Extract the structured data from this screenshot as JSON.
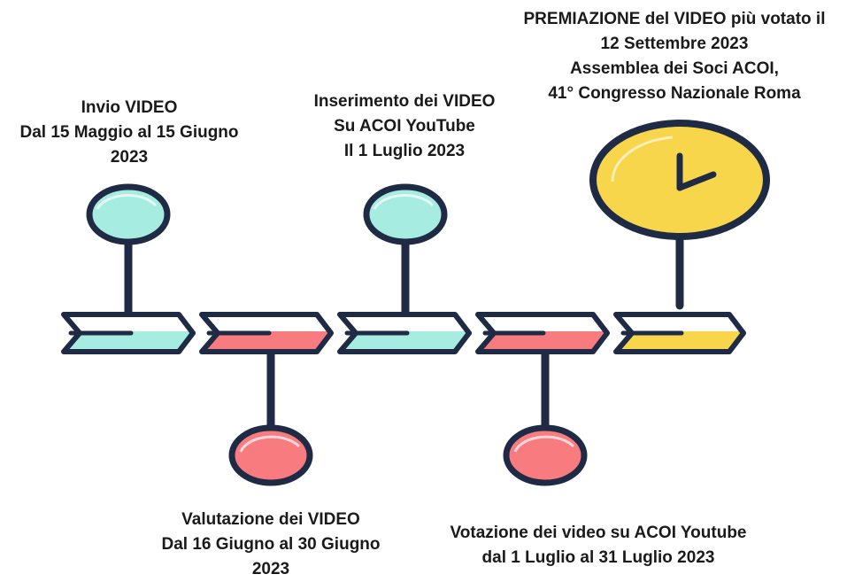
{
  "milestones": [
    {
      "lines": [
        "Invio VIDEO",
        "Dal 15 Maggio al 15 Giugno",
        "2023"
      ],
      "color": "#a6ece0",
      "position": "above"
    },
    {
      "lines": [
        "Valutazione dei VIDEO",
        "Dal 16 Giugno al 30 Giugno",
        "2023"
      ],
      "color": "#f77b7f",
      "position": "below"
    },
    {
      "lines": [
        "Inserimento dei VIDEO",
        "Su ACOI YouTube",
        "Il 1 Luglio 2023"
      ],
      "color": "#a6ece0",
      "position": "above"
    },
    {
      "lines": [
        "Votazione dei video su ACOI Youtube",
        "dal 1 Luglio al 31 Luglio 2023"
      ],
      "color": "#f77b7f",
      "position": "below"
    },
    {
      "lines": [
        "PREMIAZIONE del VIDEO più votato il",
        "12 Settembre 2023",
        "Assemblea dei Soci ACOI,",
        "41° Congresso Nazionale Roma"
      ],
      "color": "#f7d64b",
      "position": "above",
      "icon": "clock-icon"
    }
  ],
  "colors": {
    "outline": "#1f2a44",
    "teal": "#a6ece0",
    "red": "#f77b7f",
    "yellow": "#f7d64b"
  }
}
